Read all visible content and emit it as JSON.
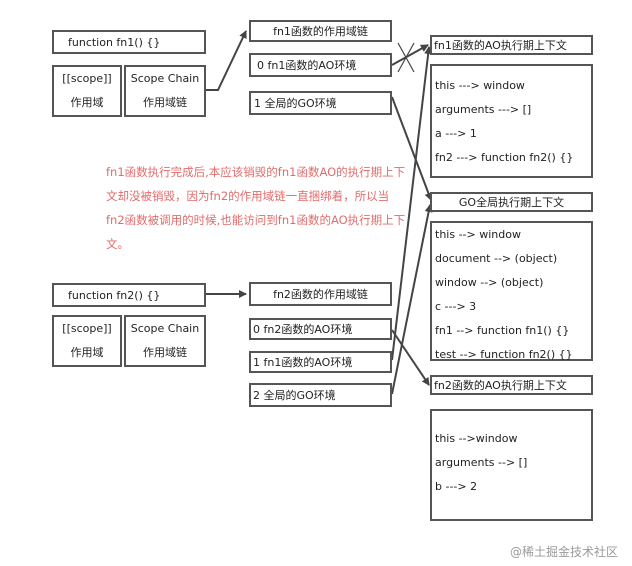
{
  "fn1": {
    "decl": "function fn1() {}",
    "scope_label": [
      "[[scope]]",
      "作用域"
    ],
    "chain_label": [
      "Scope Chain",
      "作用域链"
    ]
  },
  "fn1_chain": {
    "title": "fn1函数的作用域链",
    "slot0": "0  fn1函数的AO环境",
    "slot1": "1 全局的GO环境"
  },
  "fn1_ao": {
    "title": "fn1函数的AO执行期上下文",
    "lines": [
      "this ---> window",
      "arguments ---> []",
      "a ---> 1",
      "fn2 ---> function fn2() {}"
    ]
  },
  "note": "fn1函数执行完成后,本应该销毁的fn1函数AO的执行期上下文却没被销毁，因为fn2的作用域链一直捆绑着，所以当fn2函数被调用的时候,也能访问到fn1函数的AO执行期上下文。",
  "go": {
    "title": "GO全局执行期上下文",
    "lines": [
      "this --> window",
      "document --> (object)",
      "window --> (object)",
      "c ---> 3",
      "fn1 --> function fn1() {}",
      "test --> function fn2() {}"
    ]
  },
  "fn2": {
    "decl": "function fn2() {}",
    "scope_label": [
      "[[scope]]",
      "作用域"
    ],
    "chain_label": [
      "Scope Chain",
      "作用域链"
    ]
  },
  "fn2_chain": {
    "title": "fn2函数的作用域链",
    "slot0": "0 fn2函数的AO环境",
    "slot1": "1 fn1函数的AO环境",
    "slot2": "2 全局的GO环境"
  },
  "fn2_ao": {
    "title": "fn2函数的AO执行期上下文",
    "lines": [
      "this -->window",
      "arguments --> []",
      "b ---> 2"
    ]
  },
  "watermark": "@稀土掘金技术社区",
  "colors": {
    "border": "#555555",
    "note": "#e26b6b",
    "watermark": "#9a9a9a"
  }
}
